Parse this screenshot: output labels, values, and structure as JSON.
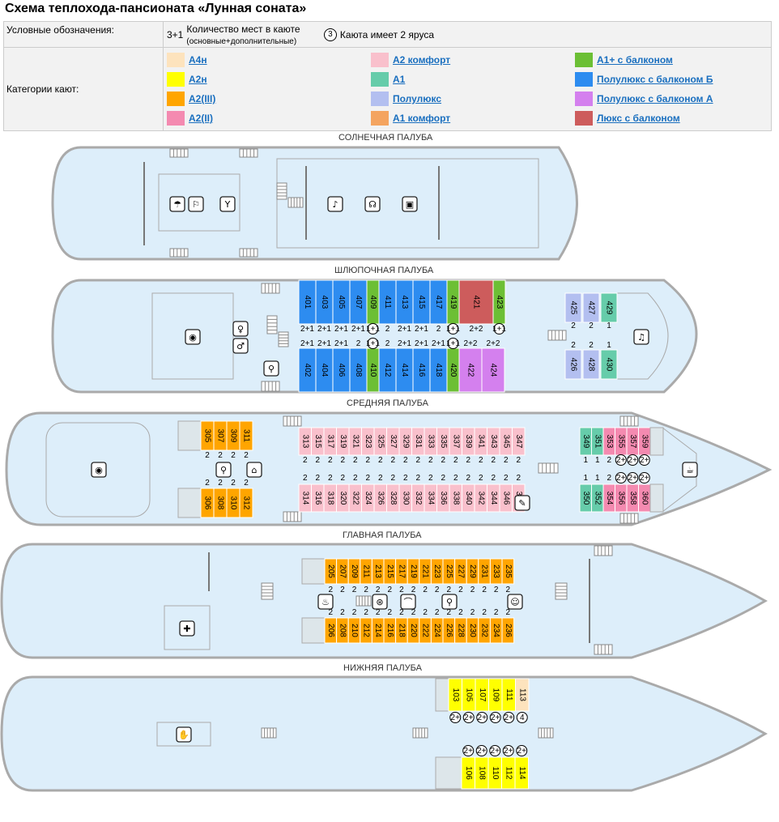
{
  "title": "Схема теплохода-пансионата «Лунная соната»",
  "legend": {
    "symbols_label": "Условные обозначения:",
    "capacity_example": "3+1",
    "capacity_text": "Количество мест в каюте",
    "capacity_subtext": "(основные+дополнительные)",
    "tier_circle": "3",
    "tier_text": "Каюта имеет 2 яруса",
    "categories_label": "Категории кают:",
    "categories": [
      {
        "name": "А4н",
        "color": "#fde3bd"
      },
      {
        "name": "А2 комфорт",
        "color": "#f9c0cc"
      },
      {
        "name": "А1+ с балконом",
        "color": "#6cbf35"
      },
      {
        "name": "А2н",
        "color": "#ffff00"
      },
      {
        "name": "А1",
        "color": "#66ccaa"
      },
      {
        "name": "Полулюкс с балконом Б",
        "color": "#2d8cf0"
      },
      {
        "name": "А2(III)",
        "color": "#ffa500"
      },
      {
        "name": "Полулюкс",
        "color": "#b3bff0"
      },
      {
        "name": "Полулюкс с балконом А",
        "color": "#d480ee"
      },
      {
        "name": "А2(II)",
        "color": "#f48ab0"
      },
      {
        "name": "А1 комфорт",
        "color": "#f4a460"
      },
      {
        "name": "Люкс с балконом",
        "color": "#cd5c5c"
      }
    ]
  },
  "decks": {
    "sun": "СОЛНЕЧНАЯ ПАЛУБА",
    "boat": "ШЛЮПОЧНАЯ ПАЛУБА",
    "middle": "СРЕДНЯЯ ПАЛУБА",
    "main": "ГЛАВНАЯ ПАЛУБА",
    "lower": "НИЖНЯЯ ПАЛУБА"
  },
  "cabins": {
    "boat_top": [
      {
        "n": "401",
        "c": "#2d8cf0",
        "cap": "2+1"
      },
      {
        "n": "403",
        "c": "#2d8cf0",
        "cap": "2+1"
      },
      {
        "n": "405",
        "c": "#2d8cf0",
        "cap": "2+1"
      },
      {
        "n": "407",
        "c": "#2d8cf0",
        "cap": "2+1"
      },
      {
        "n": "409",
        "c": "#6cbf35",
        "cap": "1+1",
        "circ": true
      },
      {
        "n": "411",
        "c": "#2d8cf0",
        "cap": "2"
      },
      {
        "n": "413",
        "c": "#2d8cf0",
        "cap": "2+1"
      },
      {
        "n": "415",
        "c": "#2d8cf0",
        "cap": "2+1"
      },
      {
        "n": "417",
        "c": "#2d8cf0",
        "cap": "2"
      },
      {
        "n": "419",
        "c": "#6cbf35",
        "cap": "1+1",
        "circ": true
      },
      {
        "n": "421",
        "c": "#cd5c5c",
        "cap": "2+2",
        "wide": true
      },
      {
        "n": "423",
        "c": "#6cbf35",
        "cap": "1+1",
        "circ": true
      }
    ],
    "boat_bottom": [
      {
        "n": "402",
        "c": "#2d8cf0",
        "cap": "2+1"
      },
      {
        "n": "404",
        "c": "#2d8cf0",
        "cap": "2+1"
      },
      {
        "n": "406",
        "c": "#2d8cf0",
        "cap": "2+1"
      },
      {
        "n": "408",
        "c": "#2d8cf0",
        "cap": "2"
      },
      {
        "n": "410",
        "c": "#6cbf35",
        "cap": "1+1",
        "circ": true
      },
      {
        "n": "412",
        "c": "#2d8cf0",
        "cap": "2"
      },
      {
        "n": "414",
        "c": "#2d8cf0",
        "cap": "2+1"
      },
      {
        "n": "416",
        "c": "#2d8cf0",
        "cap": "2+1"
      },
      {
        "n": "418",
        "c": "#2d8cf0",
        "cap": "2+1"
      },
      {
        "n": "420",
        "c": "#6cbf35",
        "cap": "1+1",
        "circ": true
      },
      {
        "n": "422",
        "c": "#d480ee",
        "cap": "2+2",
        "wide": true
      },
      {
        "n": "424",
        "c": "#d480ee",
        "cap": "2+2",
        "wide": true
      }
    ],
    "boat_aft_top": [
      {
        "n": "425",
        "c": "#b3bff0",
        "cap": "2"
      },
      {
        "n": "427",
        "c": "#b3bff0",
        "cap": "2"
      },
      {
        "n": "429",
        "c": "#66ccaa",
        "cap": "1"
      }
    ],
    "boat_aft_bottom": [
      {
        "n": "426",
        "c": "#b3bff0",
        "cap": "2"
      },
      {
        "n": "428",
        "c": "#b3bff0",
        "cap": "2"
      },
      {
        "n": "430",
        "c": "#66ccaa",
        "cap": "1"
      }
    ],
    "mid_left_top": [
      "305",
      "307",
      "309",
      "311"
    ],
    "mid_left_bottom": [
      "306",
      "308",
      "310",
      "312"
    ],
    "mid_center_top": [
      "313",
      "315",
      "317",
      "319",
      "321",
      "323",
      "325",
      "327",
      "329",
      "331",
      "333",
      "335",
      "337",
      "339",
      "341",
      "343",
      "345",
      "347"
    ],
    "mid_center_bottom": [
      "314",
      "316",
      "318",
      "320",
      "322",
      "324",
      "326",
      "328",
      "330",
      "332",
      "334",
      "336",
      "338",
      "340",
      "342",
      "344",
      "346",
      "348"
    ],
    "mid_right_top": [
      {
        "n": "349",
        "c": "#66ccaa",
        "cap": "1"
      },
      {
        "n": "351",
        "c": "#66ccaa",
        "cap": "1"
      },
      {
        "n": "353",
        "c": "#f48ab0",
        "cap": "2"
      },
      {
        "n": "355",
        "c": "#f48ab0",
        "cap": "2+",
        "circ": true
      },
      {
        "n": "357",
        "c": "#f48ab0",
        "cap": "2+",
        "circ": true
      },
      {
        "n": "359",
        "c": "#f48ab0",
        "cap": "2+",
        "circ": true
      }
    ],
    "mid_right_bottom": [
      {
        "n": "350",
        "c": "#66ccaa",
        "cap": "1"
      },
      {
        "n": "352",
        "c": "#66ccaa",
        "cap": "1"
      },
      {
        "n": "354",
        "c": "#f48ab0",
        "cap": "2"
      },
      {
        "n": "356",
        "c": "#f48ab0",
        "cap": "2+",
        "circ": true
      },
      {
        "n": "358",
        "c": "#f48ab0",
        "cap": "2+",
        "circ": true
      },
      {
        "n": "360",
        "c": "#f48ab0",
        "cap": "2+",
        "circ": true
      }
    ],
    "main_top": [
      "205",
      "207",
      "209",
      "211",
      "213",
      "215",
      "217",
      "219",
      "221",
      "223",
      "225",
      "227",
      "229",
      "231",
      "233",
      "235"
    ],
    "main_bottom": [
      "206",
      "208",
      "210",
      "212",
      "214",
      "216",
      "218",
      "220",
      "222",
      "224",
      "226",
      "228",
      "230",
      "232",
      "234",
      "236"
    ],
    "lower_top": [
      {
        "n": "103",
        "c": "#ffff00",
        "cap": "2+",
        "circ": true
      },
      {
        "n": "105",
        "c": "#ffff00",
        "cap": "2+",
        "circ": true
      },
      {
        "n": "107",
        "c": "#ffff00",
        "cap": "2+",
        "circ": true
      },
      {
        "n": "109",
        "c": "#ffff00",
        "cap": "2+",
        "circ": true
      },
      {
        "n": "111",
        "c": "#ffff00",
        "cap": "2+",
        "circ": true
      },
      {
        "n": "113",
        "c": "#fde3bd",
        "cap": "4",
        "circ": true
      }
    ],
    "lower_bottom": [
      {
        "n": "106",
        "c": "#ffff00",
        "cap": "2+",
        "circ": true
      },
      {
        "n": "108",
        "c": "#ffff00",
        "cap": "2+",
        "circ": true
      },
      {
        "n": "110",
        "c": "#ffff00",
        "cap": "2+",
        "circ": true
      },
      {
        "n": "112",
        "c": "#ffff00",
        "cap": "2+",
        "circ": true
      },
      {
        "n": "114",
        "c": "#ffff00",
        "cap": "2+",
        "circ": true
      }
    ],
    "cap_default": "2",
    "color_a2_comfort": "#f9c0cc",
    "color_a2_iii": "#ffa500"
  },
  "icons": {
    "sun": [
      "sunbed-icon",
      "deck-chair-icon",
      "bar-icon",
      "stairs-icon",
      "dance-icon",
      "headphones-icon",
      "cinema-icon"
    ],
    "boat": [
      "restaurant-icon",
      "toilet-icon",
      "shower-icon",
      "music-icon"
    ],
    "middle": [
      "restaurant-icon",
      "shower-icon",
      "bag-icon",
      "reading-icon",
      "cafe-icon"
    ],
    "main": [
      "medical-icon",
      "sauna-icon",
      "laundry-icon",
      "ironing-icon",
      "shower-icon",
      "office-icon"
    ],
    "lower": [
      "massage-icon"
    ]
  }
}
